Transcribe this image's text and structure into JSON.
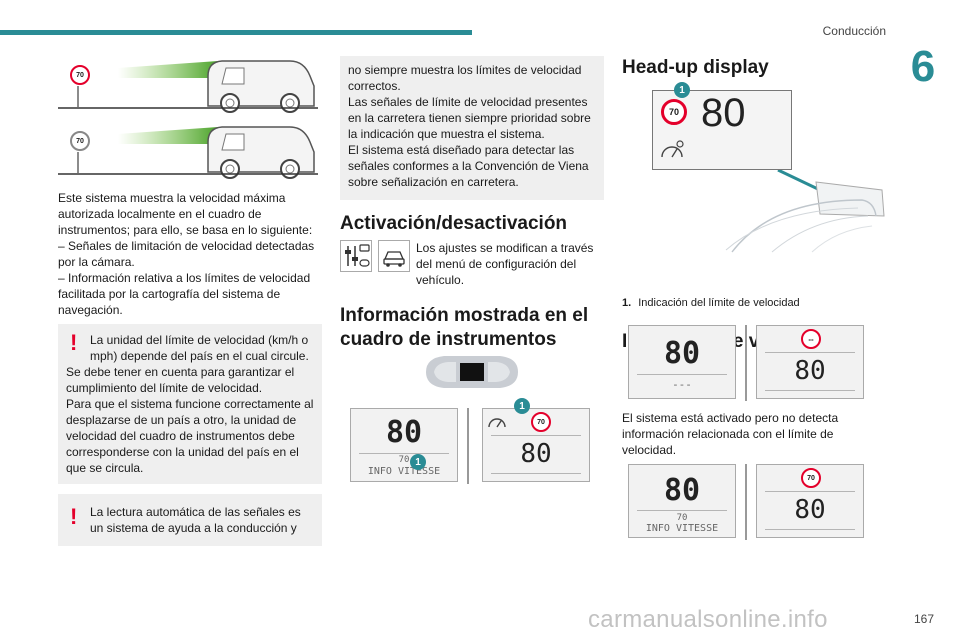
{
  "header": {
    "chapter_title": "Conducción",
    "chapter_number": "6",
    "page_number": "167"
  },
  "watermark": "carmanualsonline.info",
  "col1": {
    "fig_sign_value": "70",
    "intro": [
      "Este sistema muestra la velocidad máxima autorizada localmente en el cuadro de instrumentos; para ello, se basa en lo siguiente:",
      "– Señales de limitación de velocidad detectadas por la cámara.",
      "– Información relativa a los límites de velocidad facilitada por la cartografía del sistema de navegación."
    ],
    "warn1": [
      "La unidad del límite de velocidad (km/h o mph) depende del país en el cual circule.",
      "Se debe tener en cuenta para garantizar el cumplimiento del límite de velocidad.",
      "Para que el sistema funcione correctamente al desplazarse de un país a otro, la unidad de velocidad del cuadro de instrumentos debe corresponderse con la unidad del país en el que se circula."
    ],
    "warn2": "La lectura automática de las señales es un sistema de ayuda a la conducción y"
  },
  "col2": {
    "box": [
      "no siempre muestra los límites de velocidad correctos.",
      "Las señales de límite de velocidad presentes en la carretera tienen siempre prioridad sobre la indicación que muestra el sistema.",
      "El sistema está diseñado para detectar las señales conformes a la Convención de Viena sobre señalización en carretera."
    ],
    "h_activation": "Activación/desactivación",
    "activation_text": "Los ajustes se modifican a través del menú de configuración del vehículo.",
    "h_info": "Información mostrada en el cuadro de instrumentos",
    "cluster_speed": "80",
    "cluster_limit": "70",
    "cluster_label": "INFO VITESSE",
    "callout": "1"
  },
  "col3": {
    "h_hud": "Head-up display",
    "hud_speed": "80",
    "hud_sign": "70",
    "callout": "1",
    "caption_num": "1.",
    "caption_text": "Indicación del límite de velocidad",
    "h_speed": "Indicación de velocidad",
    "d_speed": "80",
    "d_dashes": "---",
    "d_sign_dash": "--",
    "text_detect": "El sistema está activado pero no detecta información relacionada con el límite de velocidad.",
    "d_limit": "70",
    "d_label": "INFO VITESSE",
    "d_sign": "70"
  }
}
